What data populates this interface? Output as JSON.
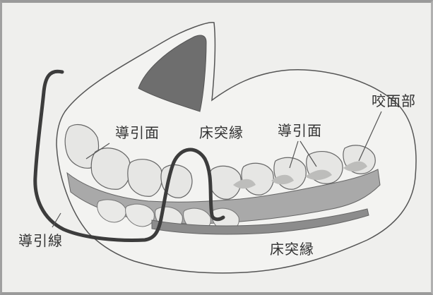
{
  "labels": {
    "guide_surface_left": "導引面",
    "flange_top": "床突縁",
    "guide_surface_right": "導引面",
    "occlusal_surface": "咬面部",
    "guide_wire": "導引線",
    "flange_bottom": "床突縁"
  },
  "colors": {
    "background": "#efefed",
    "denture_base": "#f3f3f1",
    "gum_band": "#a9a9a9",
    "dark_flange": "#6e6e6e",
    "wire": "#3c3c3c",
    "outline": "#555555"
  }
}
